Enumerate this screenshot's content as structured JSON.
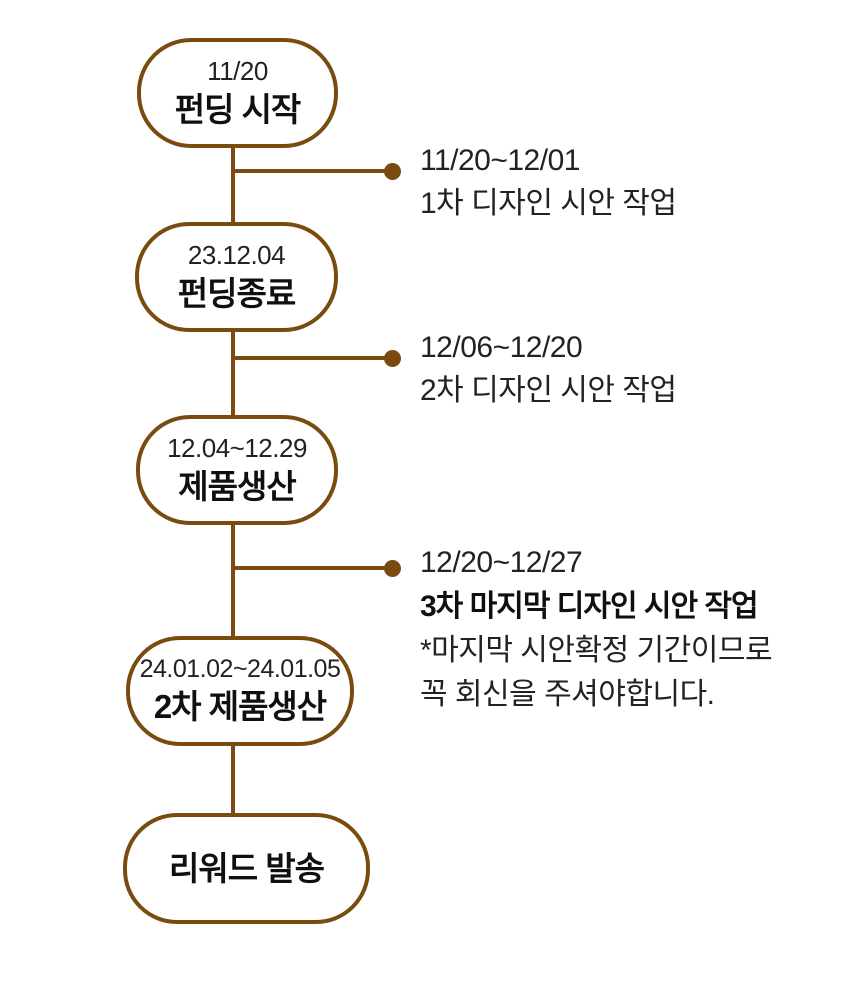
{
  "colors": {
    "line_brown": "#7a4b10",
    "text_regular": "#222222",
    "text_bold": "#101010",
    "background": "#ffffff"
  },
  "nodes": [
    {
      "date": "11/20",
      "title": "펀딩 시작"
    },
    {
      "date": "23.12.04",
      "title": "펀딩종료"
    },
    {
      "date": "12.04~12.29",
      "title": "제품생산"
    },
    {
      "date": "24.01.02~24.01.05",
      "title": "2차 제품생산"
    },
    {
      "date": "",
      "title": "리워드 발송"
    }
  ],
  "branches": [
    {
      "period": "11/20~12/01",
      "detail": "1차 디자인 시안 작업"
    },
    {
      "period": "12/06~12/20",
      "detail": "2차 디자인 시안 작업"
    },
    {
      "period": "12/20~12/27",
      "detail": "3차 마지막 디자인 시안 작업",
      "note_line1": "*마지막 시안확정 기간이므로",
      "note_line2": "꼭 회신을 주셔야합니다."
    }
  ]
}
